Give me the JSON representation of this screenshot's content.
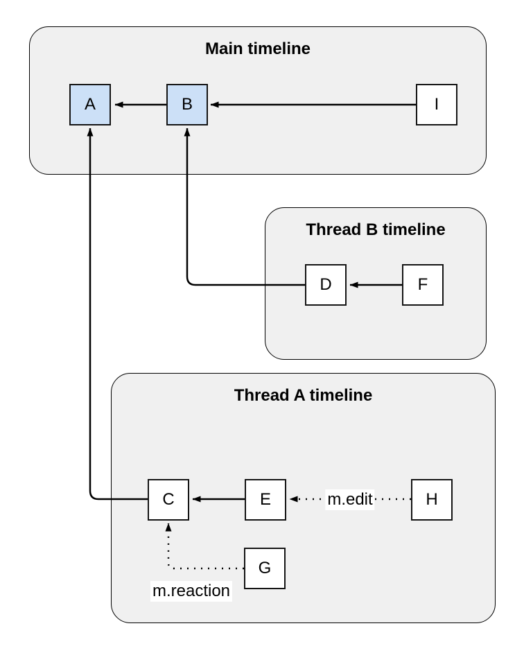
{
  "diagram": {
    "containers": [
      {
        "id": "main-timeline",
        "title": "Main timeline"
      },
      {
        "id": "thread-b-timeline",
        "title": "Thread B timeline"
      },
      {
        "id": "thread-a-timeline",
        "title": "Thread A timeline"
      }
    ],
    "nodes": [
      {
        "id": "A",
        "label": "A",
        "variant": "highlighted",
        "container": "main-timeline"
      },
      {
        "id": "B",
        "label": "B",
        "variant": "highlighted",
        "container": "main-timeline"
      },
      {
        "id": "I",
        "label": "I",
        "variant": "plain",
        "container": "main-timeline"
      },
      {
        "id": "D",
        "label": "D",
        "variant": "plain",
        "container": "thread-b-timeline"
      },
      {
        "id": "F",
        "label": "F",
        "variant": "plain",
        "container": "thread-b-timeline"
      },
      {
        "id": "C",
        "label": "C",
        "variant": "plain",
        "container": "thread-a-timeline"
      },
      {
        "id": "E",
        "label": "E",
        "variant": "plain",
        "container": "thread-a-timeline"
      },
      {
        "id": "H",
        "label": "H",
        "variant": "plain",
        "container": "thread-a-timeline"
      },
      {
        "id": "G",
        "label": "G",
        "variant": "plain",
        "container": "thread-a-timeline"
      }
    ],
    "edges": [
      {
        "from": "B",
        "to": "A",
        "style": "solid",
        "label": ""
      },
      {
        "from": "I",
        "to": "B",
        "style": "solid",
        "label": ""
      },
      {
        "from": "F",
        "to": "D",
        "style": "solid",
        "label": ""
      },
      {
        "from": "D",
        "to": "B",
        "style": "solid",
        "label": ""
      },
      {
        "from": "E",
        "to": "C",
        "style": "solid",
        "label": ""
      },
      {
        "from": "H",
        "to": "E",
        "style": "dotted",
        "label": "m.edit"
      },
      {
        "from": "G",
        "to": "C",
        "style": "dotted",
        "label": "m.reaction"
      }
    ],
    "colors": {
      "highlight_fill": "#cce0f7",
      "node_fill": "#ffffff",
      "container_fill": "#f0f0f0",
      "stroke": "#000000"
    }
  }
}
